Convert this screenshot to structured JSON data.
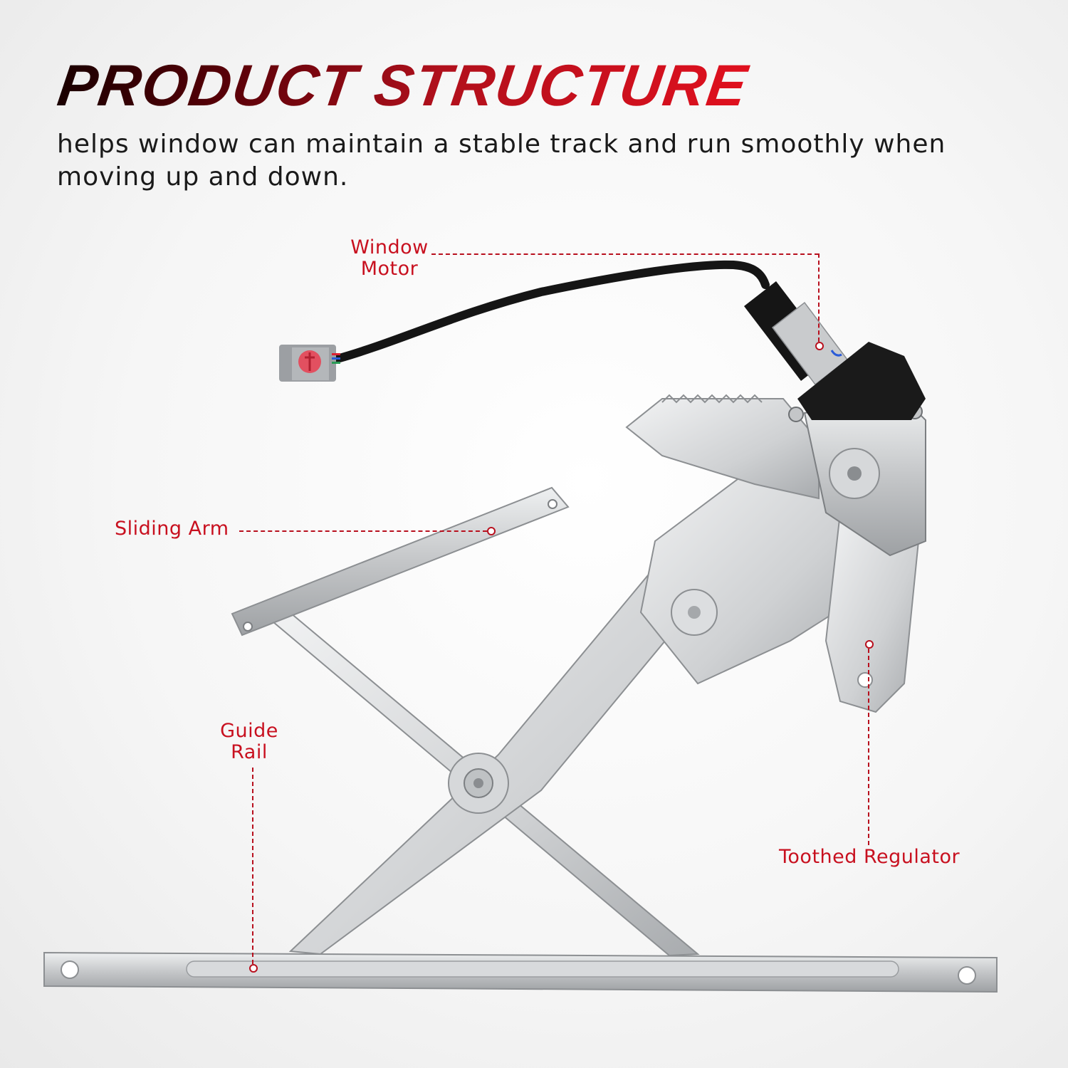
{
  "header": {
    "title": "PRODUCT STRUCTURE",
    "subtitle": "helps window can maintain a stable track and run smoothly when moving up and down."
  },
  "callouts": [
    {
      "id": "window-motor",
      "label_line1": "Window",
      "label_line2": "Motor"
    },
    {
      "id": "sliding-arm",
      "label": "Sliding Arm"
    },
    {
      "id": "guide-rail",
      "label_line1": "Guide",
      "label_line2": "Rail"
    },
    {
      "id": "toothed-regulator",
      "label": "Toothed Regulator"
    }
  ],
  "colors": {
    "accent": "#c8101f",
    "title_dark": "#1a0000",
    "title_red": "#e0101e",
    "text": "#1a1a1a",
    "metal": "#c9cbcd",
    "motor_black": "#151515"
  }
}
